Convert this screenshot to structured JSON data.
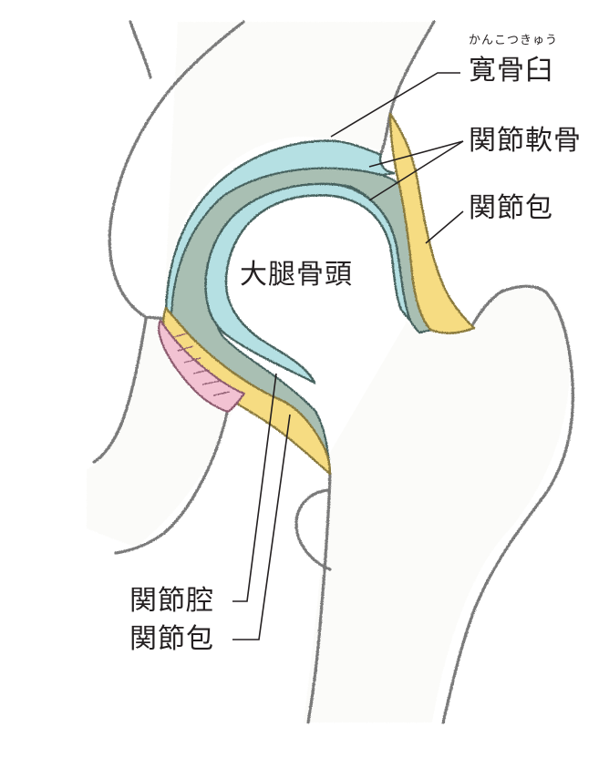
{
  "diagram": {
    "subject": "hip joint cross-section",
    "colors": {
      "background": "#ffffff",
      "bone_fill": "#fbfbf9",
      "outline": "#7a7a7a",
      "cartilage": "#b5e0e3",
      "joint_cavity": "#a9bfb3",
      "cartilage_edge": "#46625e",
      "capsule": "#f6dc82",
      "capsule_edge": "#8a7a3e",
      "ligament_pink": "#f2c2d2",
      "ligament_edge": "#8c5a6e",
      "leader_line": "#231f20",
      "text": "#231f20"
    }
  },
  "labels": {
    "acetabulum": {
      "text": "寛骨臼",
      "ruby": "かんこつきゅう"
    },
    "articular_cartilage": {
      "text": "関節軟骨"
    },
    "joint_capsule_right": {
      "text": "関節包"
    },
    "femoral_head": {
      "text": "大腿骨頭"
    },
    "joint_cavity": {
      "text": "関節腔"
    },
    "joint_capsule_left": {
      "text": "関節包"
    }
  }
}
